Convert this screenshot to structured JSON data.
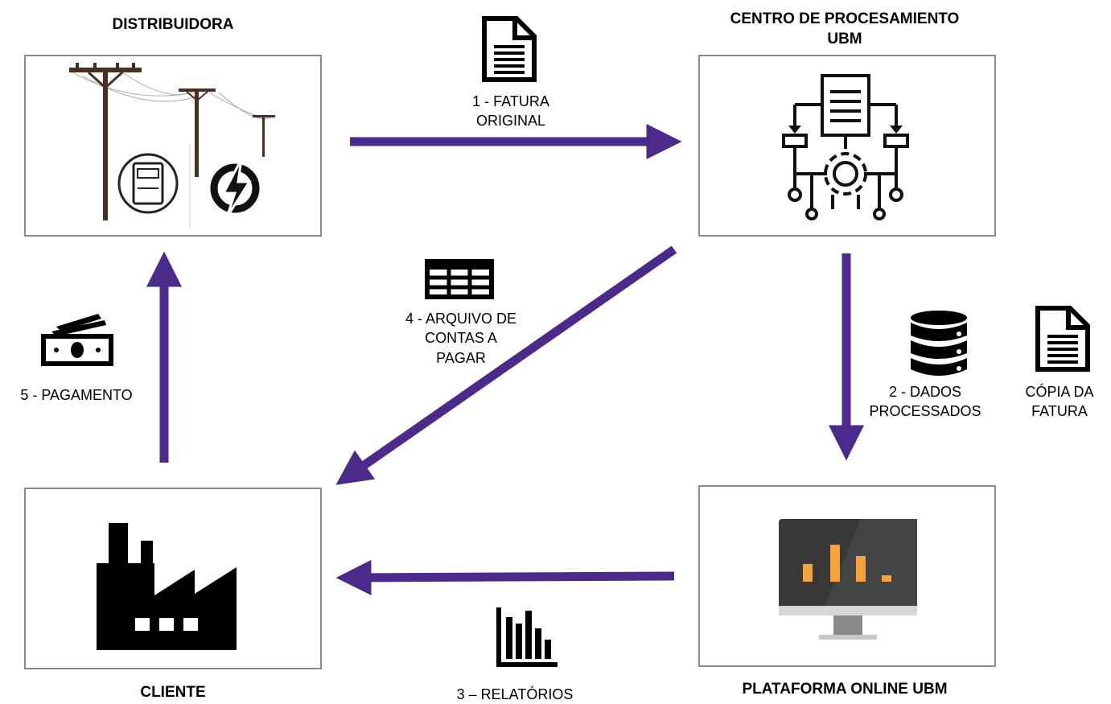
{
  "nodes": {
    "distribuidora": {
      "title": "DISTRIBUIDORA"
    },
    "centro": {
      "title_line1": "CENTRO DE PROCESAMIENTO",
      "title_line2": "UBM"
    },
    "cliente": {
      "title": "CLIENTE"
    },
    "plataforma": {
      "title": "PLATAFORMA ONLINE UBM"
    }
  },
  "flows": {
    "fatura": {
      "line1": "1 - FATURA",
      "line2": "ORIGINAL",
      "icon": "document-icon"
    },
    "dados": {
      "line1": "2 - DADOS",
      "line2": "PROCESSADOS",
      "icon": "database-icon"
    },
    "copia": {
      "line1": "CÓPIA DA",
      "line2": "FATURA",
      "icon": "document-icon"
    },
    "relatorios": {
      "line1": "3 – RELATÓRIOS",
      "icon": "bar-chart-icon"
    },
    "arquivo": {
      "line1": "4 - ARQUIVO DE",
      "line2": "CONTAS A",
      "line3": "PAGAR",
      "icon": "table-icon"
    },
    "pagamento": {
      "line1": "5 - PAGAMENTO",
      "icon": "money-icon"
    }
  },
  "colors": {
    "arrow": "#4b2a8c",
    "border": "#8a8a8a",
    "chart_bar": "#f5a33c"
  }
}
